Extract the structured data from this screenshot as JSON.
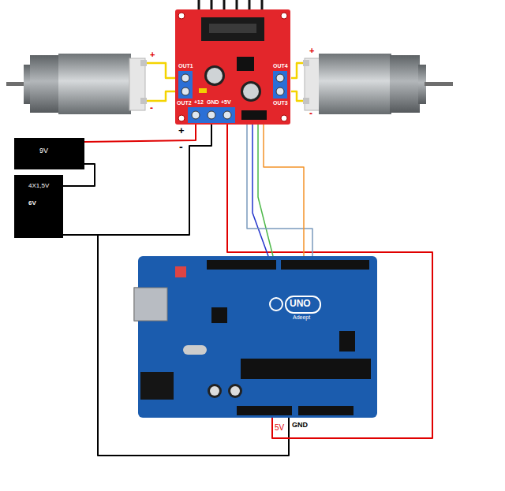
{
  "diagram": {
    "nodes": [
      {
        "text": [
          "OUT1",
          "OUT4",
          "OUT2",
          "+12",
          "GND",
          "+5V",
          "OUT3"
        ]
      },
      {
        "text": [
          "+",
          "-"
        ]
      },
      {
        "text": [
          "+",
          "-"
        ]
      },
      {
        "text": [
          "9V"
        ]
      },
      {
        "text": [
          "4X1,5V",
          "6V"
        ]
      },
      {
        "text": [
          "UNO",
          "Adeept"
        ]
      }
    ],
    "edges": [
      {
        "from": 1,
        "to": 0,
        "arrow": "none"
      },
      {
        "from": 1,
        "to": 0,
        "arrow": "none"
      },
      {
        "from": 2,
        "to": 0,
        "arrow": "none"
      },
      {
        "from": 2,
        "to": 0,
        "arrow": "none"
      },
      {
        "from": 3,
        "to": 0,
        "arrow": "none"
      },
      {
        "from": 3,
        "to": 4,
        "arrow": "none"
      },
      {
        "from": 4,
        "to": 0,
        "arrow": "none"
      },
      {
        "from": 4,
        "to": 5,
        "arrow": "none"
      },
      {
        "from": 0,
        "to": 5,
        "arrow": "none"
      },
      {
        "from": 0,
        "to": 5,
        "arrow": "none"
      },
      {
        "from": 0,
        "to": 5,
        "arrow": "none"
      },
      {
        "from": 0,
        "to": 5,
        "arrow": "none"
      },
      {
        "from": 0,
        "to": 5,
        "arrow": "none"
      }
    ],
    "labels": [
      "+",
      "-",
      "5V",
      "GND"
    ]
  }
}
